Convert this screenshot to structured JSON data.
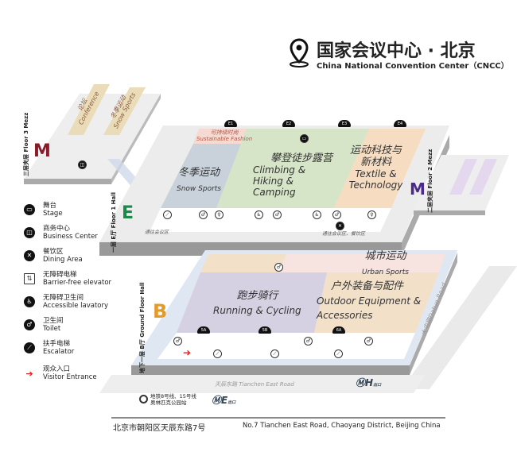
{
  "header": {
    "title_zh": "国家会议中心 · 北京",
    "title_en": "China National Convention Center（CNCC）",
    "icon": "location-pin-icon"
  },
  "floors": {
    "mezz3": {
      "letter": "M",
      "label_zh": "三层夹层",
      "label_en": "Floor 3 Mezz",
      "color": "#8b1a2b",
      "zones": [
        {
          "zh": "论坛",
          "en": "Conference"
        },
        {
          "zh": "冬季运动",
          "en": "Snow Sports"
        }
      ]
    },
    "floor1": {
      "letter": "E",
      "label_zh": "一层 E厅",
      "label_en": "Floor 1 Hall",
      "color": "#1a8a4a",
      "gates": [
        "E1",
        "E2",
        "E3",
        "E4"
      ],
      "zones": [
        {
          "zh": "可持续时尚",
          "en": "Sustainable Fashion",
          "color": "#f6d9d0"
        },
        {
          "zh": "冬季运动",
          "en": "Snow Sports",
          "color": "#c9d2da"
        },
        {
          "zh": "攀登徒步露营",
          "en": "Climbing & Hiking & Camping",
          "color": "#d6e4c8"
        },
        {
          "zh": "运动科技与新材料",
          "en": "Textile & Technology",
          "color": "#f6dcc0"
        }
      ],
      "notes": [
        "通往会议区",
        "通往会议区、餐饮区"
      ]
    },
    "mezz2": {
      "letter": "M",
      "label_zh": "二层夹层",
      "label_en": "Floor 2 Mezz",
      "color": "#4b2a8a"
    },
    "ground": {
      "letter": "B",
      "label_zh": "地下一层 B厅",
      "label_en": "Ground Floor Hall",
      "color": "#e59a2a",
      "gates": [
        "5A",
        "5B",
        "6A"
      ],
      "zones": [
        {
          "zh": "城市运动",
          "en": "Urban Sports",
          "color": "#f7e3e0"
        },
        {
          "zh": "跑步骑行",
          "en": "Running & Cycling",
          "color": "#d6d1e2"
        },
        {
          "zh": "户外装备与配件",
          "en": "Outdoor Equipment & Accessories",
          "color": "#f2e1c8"
        }
      ]
    }
  },
  "roads": {
    "south": "天辰东路  Tianchen East Road",
    "east": "大屯路Datun Road"
  },
  "metro": {
    "lines": "地铁8号线、15号线",
    "station": "奥林匹克公园站",
    "exit_e": "E",
    "exit_h": "H",
    "exit_suffix": "出口"
  },
  "legend": [
    {
      "icon": "stage-icon",
      "glyph": "▭",
      "zh": "舞台",
      "en": "Stage"
    },
    {
      "icon": "business-center-icon",
      "glyph": "◫",
      "zh": "商务中心",
      "en": "Business Center"
    },
    {
      "icon": "dining-icon",
      "glyph": "✕",
      "zh": "餐饮区",
      "en": "Dining Area"
    },
    {
      "icon": "elevator-icon",
      "glyph": "⇅",
      "zh": "无障碍电梯",
      "en": "Barrier-free elevator"
    },
    {
      "icon": "accessible-icon",
      "glyph": "♿",
      "zh": "无障碍卫生间",
      "en": "Accessible lavatory"
    },
    {
      "icon": "toilet-icon",
      "glyph": "♂♀",
      "zh": "卫生间",
      "en": "Toilet"
    },
    {
      "icon": "escalator-icon",
      "glyph": "⟋",
      "zh": "扶手电梯",
      "en": "Escalator"
    },
    {
      "icon": "visitor-entrance-icon",
      "glyph": "➔",
      "zh": "观众入口",
      "en": "Visitor Entrance"
    }
  ],
  "footer": {
    "address_zh": "北京市朝阳区天辰东路7号",
    "address_en": "No.7 Tianchen East Road, Chaoyang District, Beijing China"
  }
}
